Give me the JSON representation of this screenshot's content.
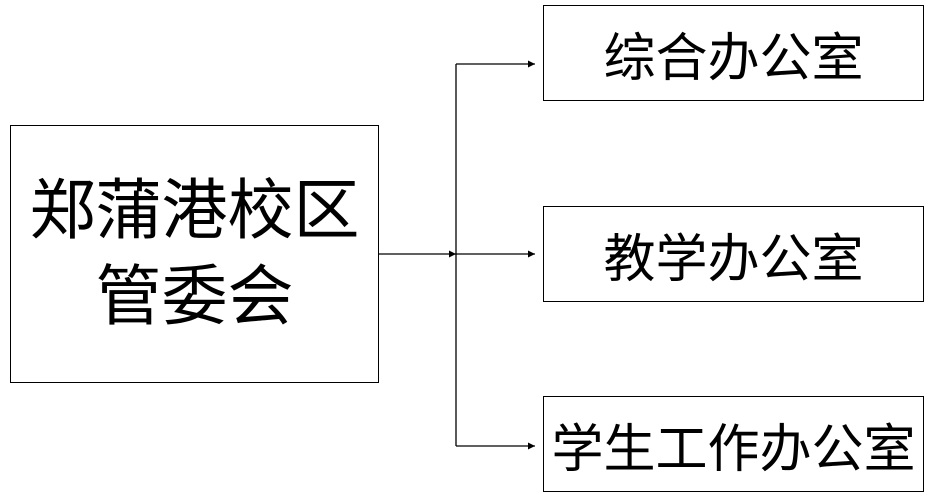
{
  "diagram": {
    "root": {
      "lines": [
        "郑蒲港校区",
        "管委会"
      ]
    },
    "children": [
      {
        "label": "综合办公室"
      },
      {
        "label": "教学办公室"
      },
      {
        "label": "学生工作办公室"
      }
    ],
    "colors": {
      "stroke": "#000000",
      "background": "#ffffff"
    }
  }
}
